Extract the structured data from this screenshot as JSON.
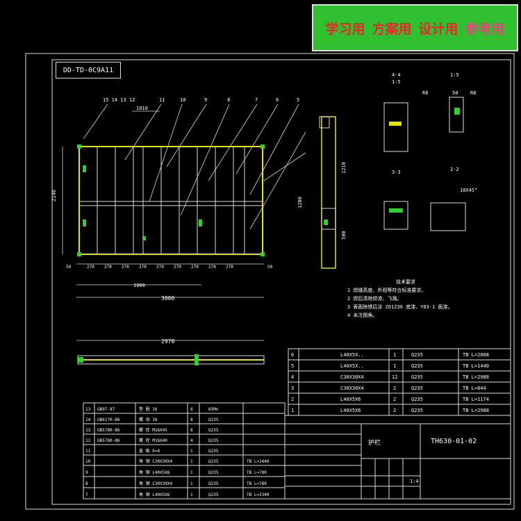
{
  "banner": {
    "items": [
      "学习用",
      "方案用",
      "设计用",
      "参考用"
    ]
  },
  "drawing": {
    "ref_box": "DD-TD-0C9A11",
    "top_dim": "1010",
    "left_height": "2140",
    "total_width": "3000",
    "inner_width": "1000",
    "lower_width": "2970",
    "bottom_dims": [
      "50",
      "270",
      "270",
      "270",
      "270",
      "270",
      "270",
      "270",
      "270",
      "270",
      "50"
    ],
    "callouts": [
      "15 14 13 12",
      "11",
      "10",
      "9",
      "8",
      "7",
      "6",
      "5"
    ],
    "side_dims": [
      "1210",
      "1200",
      "500"
    ],
    "section_labels": [
      "4-4",
      "1:5",
      "1:5",
      "3-3",
      "2-2",
      "R8",
      "R8",
      "50",
      "10X45°"
    ],
    "notes_title": "技术要求",
    "notes": [
      "1  焊缝高度、外观等符合标准要求。",
      "2  焊后清除焊渣、飞溅。",
      "3  表面除锈后涂 Z01Z36 底漆、Y03-1 面漆。",
      "4  未注倒角。"
    ],
    "title_code": "TH630-01-02",
    "title_name": "护栏",
    "scale": "1:4",
    "parts_right": [
      {
        "no": "6",
        "spec": "L40X5X..",
        "qty": "1",
        "mat": "Q235",
        "note": "TB L=2008"
      },
      {
        "no": "5",
        "spec": "L40X5X..",
        "qty": "1",
        "mat": "Q235",
        "note": "TB L=1440"
      },
      {
        "no": "4",
        "spec": "C30X30X4",
        "qty": "12",
        "mat": "Q235",
        "note": "TB L=2988"
      },
      {
        "no": "3",
        "spec": "C30X30X4",
        "qty": "2",
        "mat": "Q235",
        "note": "TB L=844"
      },
      {
        "no": "2",
        "spec": "L40X5X6",
        "qty": "2",
        "mat": "Q235",
        "note": "TB L=1174"
      },
      {
        "no": "1",
        "spec": "L40X5X6",
        "qty": "2",
        "mat": "Q235",
        "note": "TB L=2988"
      }
    ],
    "parts_left": [
      {
        "no": "13",
        "code": "GB97-87",
        "name": "垫 圈 16",
        "qty": "8",
        "mat": "65Mn",
        "note": ""
      },
      {
        "no": "14",
        "code": "GB6170-86",
        "name": "螺 母 16",
        "qty": "8",
        "mat": "Q235",
        "note": ""
      },
      {
        "no": "13",
        "code": "GB5780-86",
        "name": "螺 栓 M16X45",
        "qty": "8",
        "mat": "Q235",
        "note": ""
      },
      {
        "no": "12",
        "code": "GB5780-86",
        "name": "螺 栓 M16X40",
        "qty": "4",
        "mat": "Q235",
        "note": ""
      },
      {
        "no": "11",
        "code": "",
        "name": "盖 板 δ=4",
        "qty": "1",
        "mat": "Q235",
        "note": ""
      },
      {
        "no": "10",
        "code": "",
        "name": "角 钢 C30X30X4",
        "qty": "1",
        "mat": "Q235",
        "note": "TB L=1440"
      },
      {
        "no": "9",
        "code": "",
        "name": "角 钢 L40X5X6",
        "qty": "1",
        "mat": "Q235",
        "note": "TB L=780"
      },
      {
        "no": "8",
        "code": "",
        "name": "角 钢 C30X30X4",
        "qty": "1",
        "mat": "Q235",
        "note": "TB L=780"
      },
      {
        "no": "7",
        "code": "",
        "name": "角 钢 L40X5X6",
        "qty": "1",
        "mat": "Q235",
        "note": "TB L=2300"
      }
    ]
  }
}
